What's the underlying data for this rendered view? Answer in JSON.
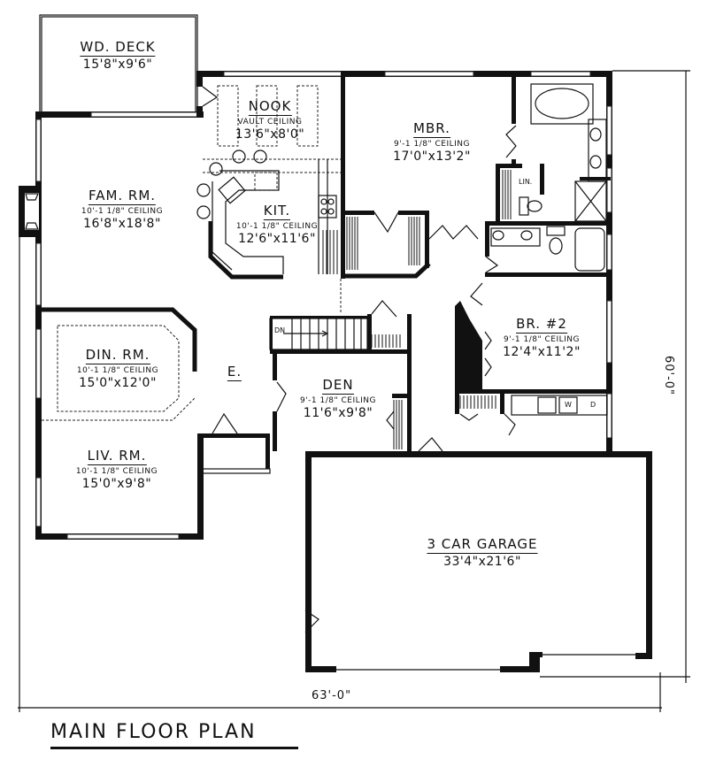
{
  "plan": {
    "title": "MAIN FLOOR PLAN",
    "overall_width": "63'-0\"",
    "overall_depth": "60'-0\"",
    "stair_label": "DN",
    "entry_label": "E.",
    "rooms": {
      "deck": {
        "name": "WD. DECK",
        "ceiling": "",
        "size": "15'8\"x9'6\""
      },
      "nook": {
        "name": "NOOK",
        "ceiling": "VAULT CEILING",
        "size": "13'6\"x8'0\""
      },
      "mbr": {
        "name": "MBR.",
        "ceiling": "9'-1 1/8\" CEILING",
        "size": "17'0\"x13'2\""
      },
      "fam": {
        "name": "FAM. RM.",
        "ceiling": "10'-1 1/8\" CEILING",
        "size": "16'8\"x18'8\""
      },
      "kit": {
        "name": "KIT.",
        "ceiling": "10'-1 1/8\" CEILING",
        "size": "12'6\"x11'6\""
      },
      "din": {
        "name": "DIN. RM.",
        "ceiling": "10'-1 1/8\" CEILING",
        "size": "15'0\"x12'0\""
      },
      "br2": {
        "name": "BR. #2",
        "ceiling": "9'-1 1/8\" CEILING",
        "size": "12'4\"x11'2\""
      },
      "den": {
        "name": "DEN",
        "ceiling": "9'-1 1/8\" CEILING",
        "size": "11'6\"x9'8\""
      },
      "liv": {
        "name": "LIV. RM.",
        "ceiling": "10'-1 1/8\" CEILING",
        "size": "15'0\"x9'8\""
      },
      "garage": {
        "name": "3 CAR GARAGE",
        "ceiling": "",
        "size": "33'4\"x21'6\""
      }
    },
    "fixtures": {
      "linen": "LIN.",
      "washer": "W",
      "dryer": "D"
    }
  }
}
